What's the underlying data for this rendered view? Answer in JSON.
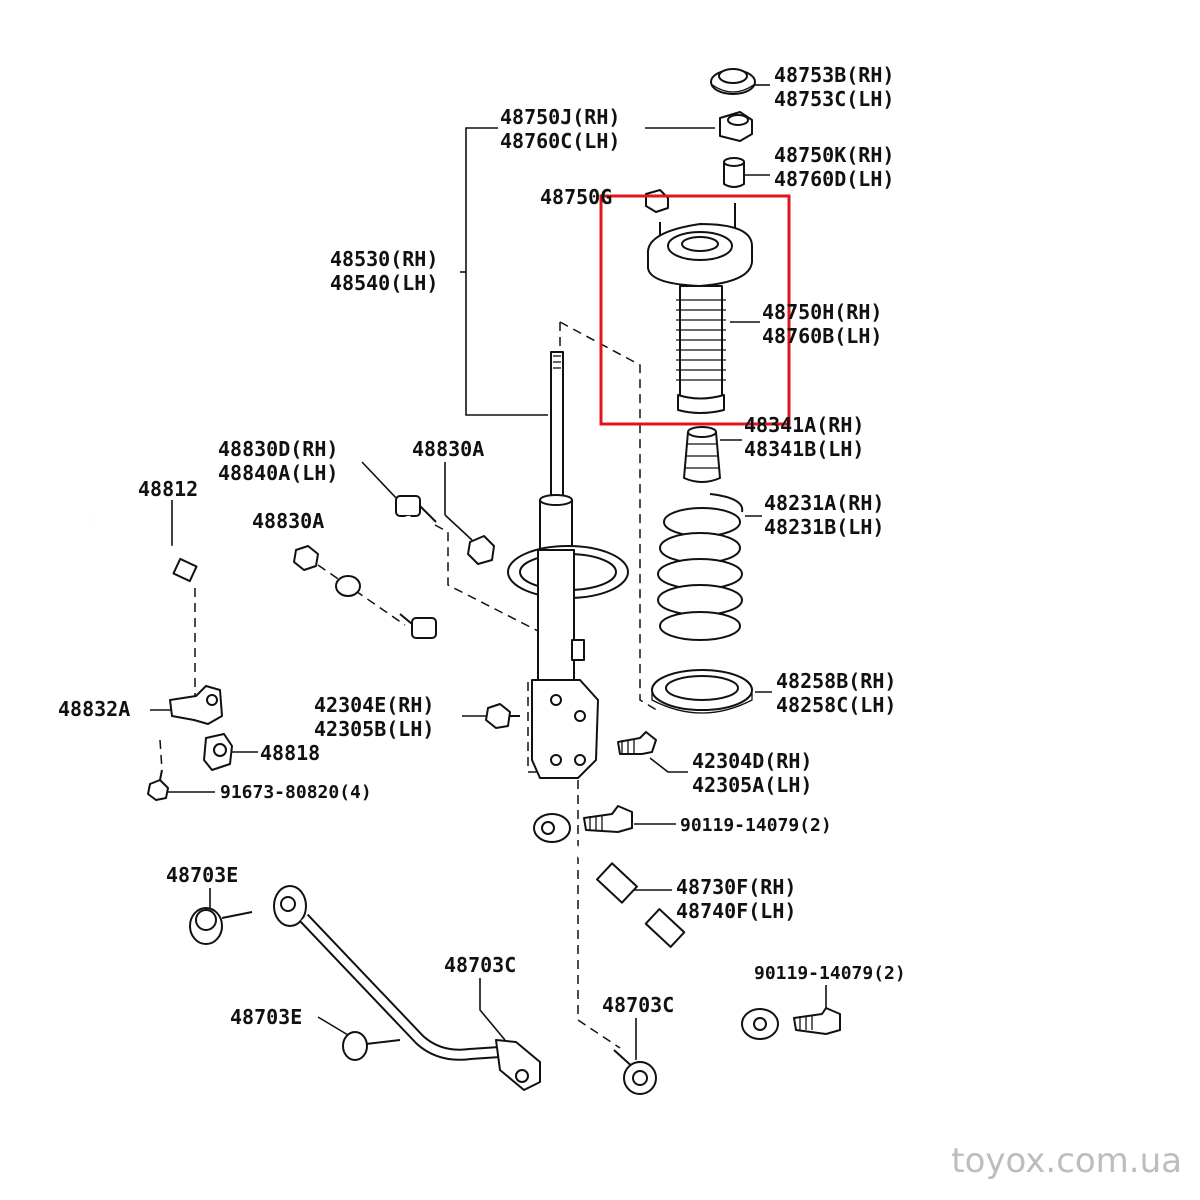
{
  "labels": {
    "p48753": [
      "48753B(RH)",
      "48753C(LH)"
    ],
    "p48750J": [
      "48750J(RH)",
      "48760C(LH)"
    ],
    "p48750K": [
      "48750K(RH)",
      "48760D(LH)"
    ],
    "p48750G": "48750G",
    "p48530": [
      "48530(RH)",
      "48540(LH)"
    ],
    "p48750H": [
      "48750H(RH)",
      "48760B(LH)"
    ],
    "p48341": [
      "48341A(RH)",
      "48341B(LH)"
    ],
    "p48830D": [
      "48830D(RH)",
      "48840A(LH)"
    ],
    "p48830A_top": "48830A",
    "p48812": "48812",
    "p48830A_left": "48830A",
    "p48231": [
      "48231A(RH)",
      "48231B(LH)"
    ],
    "p48258": [
      "48258B(RH)",
      "48258C(LH)"
    ],
    "p48832A": "48832A",
    "p42304E": [
      "42304E(RH)",
      "42305B(LH)"
    ],
    "p48818": "48818",
    "p42304D": [
      "42304D(RH)",
      "42305A(LH)"
    ],
    "p91673": "91673-80820(4)",
    "p90119_a": "90119-14079(2)",
    "p48703E_top": "48703E",
    "p48730F": [
      "48730F(RH)",
      "48740F(LH)"
    ],
    "p48703C_mid": "48703C",
    "p90119_b": "90119-14079(2)",
    "p48703E_bot": "48703E",
    "p48703C_bot": "48703C"
  },
  "watermark": "toyox.com.ua",
  "highlight_color": "#e0141a"
}
